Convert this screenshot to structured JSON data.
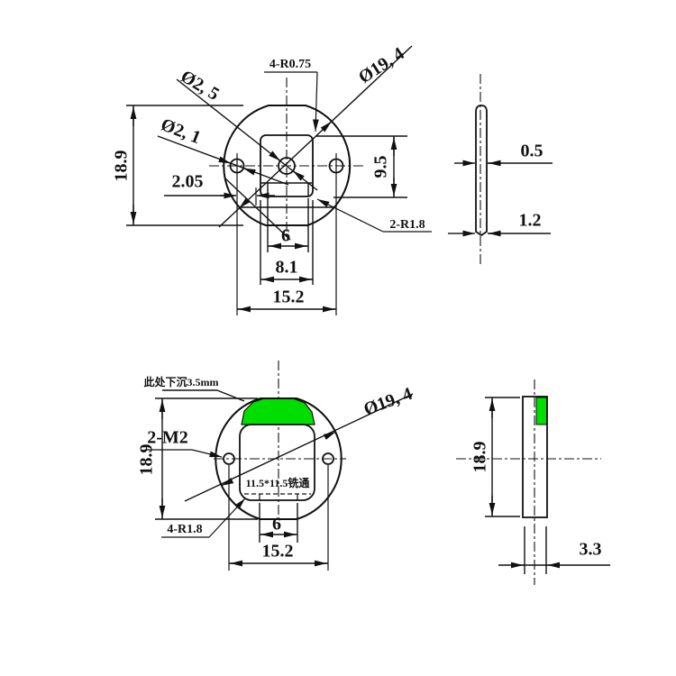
{
  "colors": {
    "highlight_green": "#00dd00",
    "line": "#111111",
    "background": "#ffffff"
  },
  "top_flange": {
    "dia_center_hole": "Ø2, 5",
    "dia_side_hole": "Ø2, 1",
    "corner_radius_note": "4-R0.75",
    "dia_outer": "Ø19, 4",
    "radius_note": "2-R1.8",
    "dim_offset": "2.05",
    "dim_height": "18.9",
    "dim_boss_height": "9.5",
    "dim_slot_width": "6",
    "dim_boss_width": "8.1",
    "dim_hole_spacing": "15.2"
  },
  "top_side": {
    "dim_upper_thickness": "0.5",
    "dim_lower_thickness": "1.2"
  },
  "bottom_flange": {
    "recess_note": "此处下沉3.5mm",
    "thread_note": "2-M2",
    "corner_radius_note": "4-R1.8",
    "dia_outer": "Ø19, 4",
    "mill_note": "11.5*11.5铣通",
    "dim_height": "18.9",
    "dim_slot_width": "6",
    "dim_hole_spacing": "15.2"
  },
  "bottom_side": {
    "dim_height": "18.9",
    "dim_thickness": "3.3"
  }
}
